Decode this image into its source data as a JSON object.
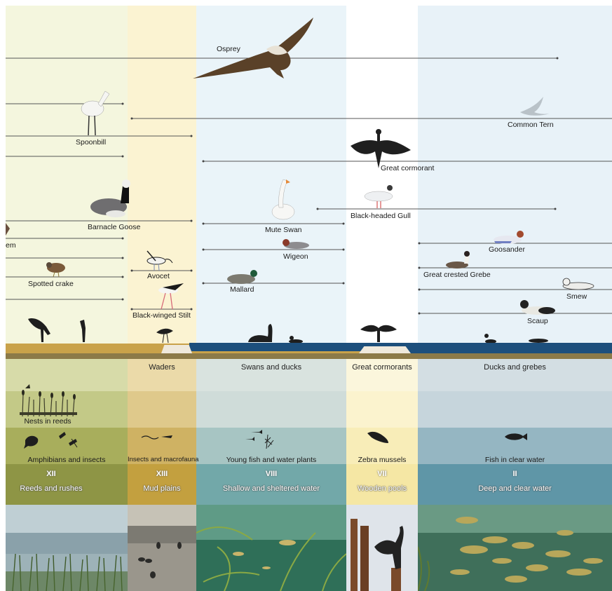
{
  "species": {
    "osprey": "Osprey",
    "common_tern": "Common Tern",
    "spoonbill": "Spoonbill",
    "great_cormorant": "Great cormorant",
    "black_headed_gull": "Black-headed Gull",
    "barnacle_goose": "Barnacle Goose",
    "mute_swan": "Mute Swan",
    "wigeon": "Wigeon",
    "goosander": "Goosander",
    "great_crested_grebe": "Great crested Grebe",
    "spotted_crake": "Spotted crake",
    "avocet": "Avocet",
    "mallard": "Mallard",
    "smew": "Smew",
    "black_winged_stilt": "Black-winged Stilt",
    "scaup": "Scaup",
    "cut_off": "em"
  },
  "groups": {
    "waders": "Waders",
    "swans_and_ducks": "Swans and ducks",
    "great_cormorants": "Great cormorants",
    "ducks_and_grebes": "Ducks and grebes"
  },
  "nesting": {
    "reeds": "Nests in reeds"
  },
  "food": {
    "amphibians": "Amphibians and insects",
    "insects_macrofauna": "Insects and macrofauna",
    "young_fish": "Young fish and water plants",
    "zebra_mussels": "Zebra mussels",
    "fish_clear": "Fish in clear water"
  },
  "habitats": [
    {
      "numeral": "XII",
      "name": "Reeds and rushes"
    },
    {
      "numeral": "XIII",
      "name": "Mud plains"
    },
    {
      "numeral": "VIII",
      "name": "Shallow and sheltered water"
    },
    {
      "numeral": "VII",
      "name": "Wooden pools"
    },
    {
      "numeral": "II",
      "name": "Deep and clear water"
    }
  ],
  "colors": {
    "reeds_band": "#f3f5dc",
    "mud_band": "#f8f0cc",
    "shallow_band": "#eaf4f8",
    "deep_band": "#e9f3f8",
    "water": "#1d4f7c",
    "sand": "#c9a24a"
  }
}
